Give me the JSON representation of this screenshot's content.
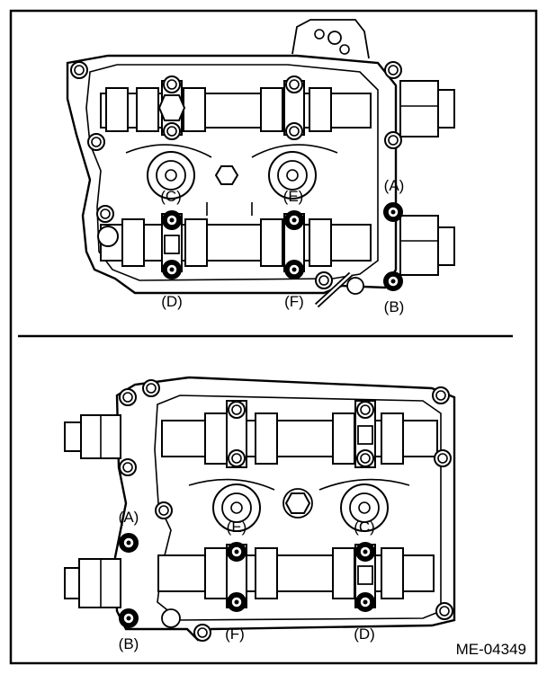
{
  "figure_id": "ME-04349",
  "top_view": {
    "labels": {
      "a": "(A)",
      "b": "(B)",
      "c": "(C)",
      "d": "(D)",
      "e": "(E)",
      "f": "(F)"
    }
  },
  "bottom_view": {
    "labels": {
      "a": "(A)",
      "b": "(B)",
      "c": "(C)",
      "d": "(D)",
      "e": "(E)",
      "f": "(F)"
    }
  }
}
